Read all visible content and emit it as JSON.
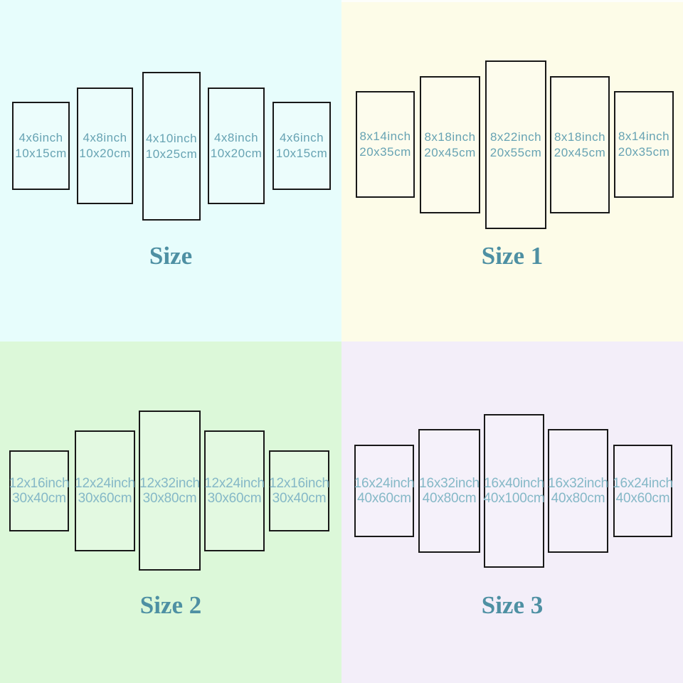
{
  "colors": {
    "quadrant_backgrounds": [
      "#e7fdfc",
      "#fdfce8",
      "#dcf8d9",
      "#f3eef9"
    ],
    "panel_border": "#181818",
    "panel_text_top_row": "#67a3b3",
    "panel_text_bottom_row": "#85b8c7",
    "title_text": "#4e90a3"
  },
  "quadrants": [
    {
      "title": "Size",
      "panels": [
        {
          "inch": "4x6inch",
          "cm": "10x15cm"
        },
        {
          "inch": "4x8inch",
          "cm": "10x20cm"
        },
        {
          "inch": "4x10inch",
          "cm": "10x25cm"
        },
        {
          "inch": "4x8inch",
          "cm": "10x20cm"
        },
        {
          "inch": "4x6inch",
          "cm": "10x15cm"
        }
      ]
    },
    {
      "title": "Size 1",
      "panels": [
        {
          "inch": "8x14inch",
          "cm": "20x35cm"
        },
        {
          "inch": "8x18inch",
          "cm": "20x45cm"
        },
        {
          "inch": "8x22inch",
          "cm": "20x55cm"
        },
        {
          "inch": "8x18inch",
          "cm": "20x45cm"
        },
        {
          "inch": "8x14inch",
          "cm": "20x35cm"
        }
      ]
    },
    {
      "title": "Size 2",
      "panels": [
        {
          "inch": "12x16inch",
          "cm": "30x40cm"
        },
        {
          "inch": "12x24inch",
          "cm": "30x60cm"
        },
        {
          "inch": "12x32inch",
          "cm": "30x80cm"
        },
        {
          "inch": "12x24inch",
          "cm": "30x60cm"
        },
        {
          "inch": "12x16inch",
          "cm": "30x40cm"
        }
      ]
    },
    {
      "title": "Size 3",
      "panels": [
        {
          "inch": "16x24inch",
          "cm": "40x60cm"
        },
        {
          "inch": "16x32inch",
          "cm": "40x80cm"
        },
        {
          "inch": "16x40inch",
          "cm": "40x100cm"
        },
        {
          "inch": "16x32inch",
          "cm": "40x80cm"
        },
        {
          "inch": "16x24inch",
          "cm": "40x60cm"
        }
      ]
    }
  ]
}
